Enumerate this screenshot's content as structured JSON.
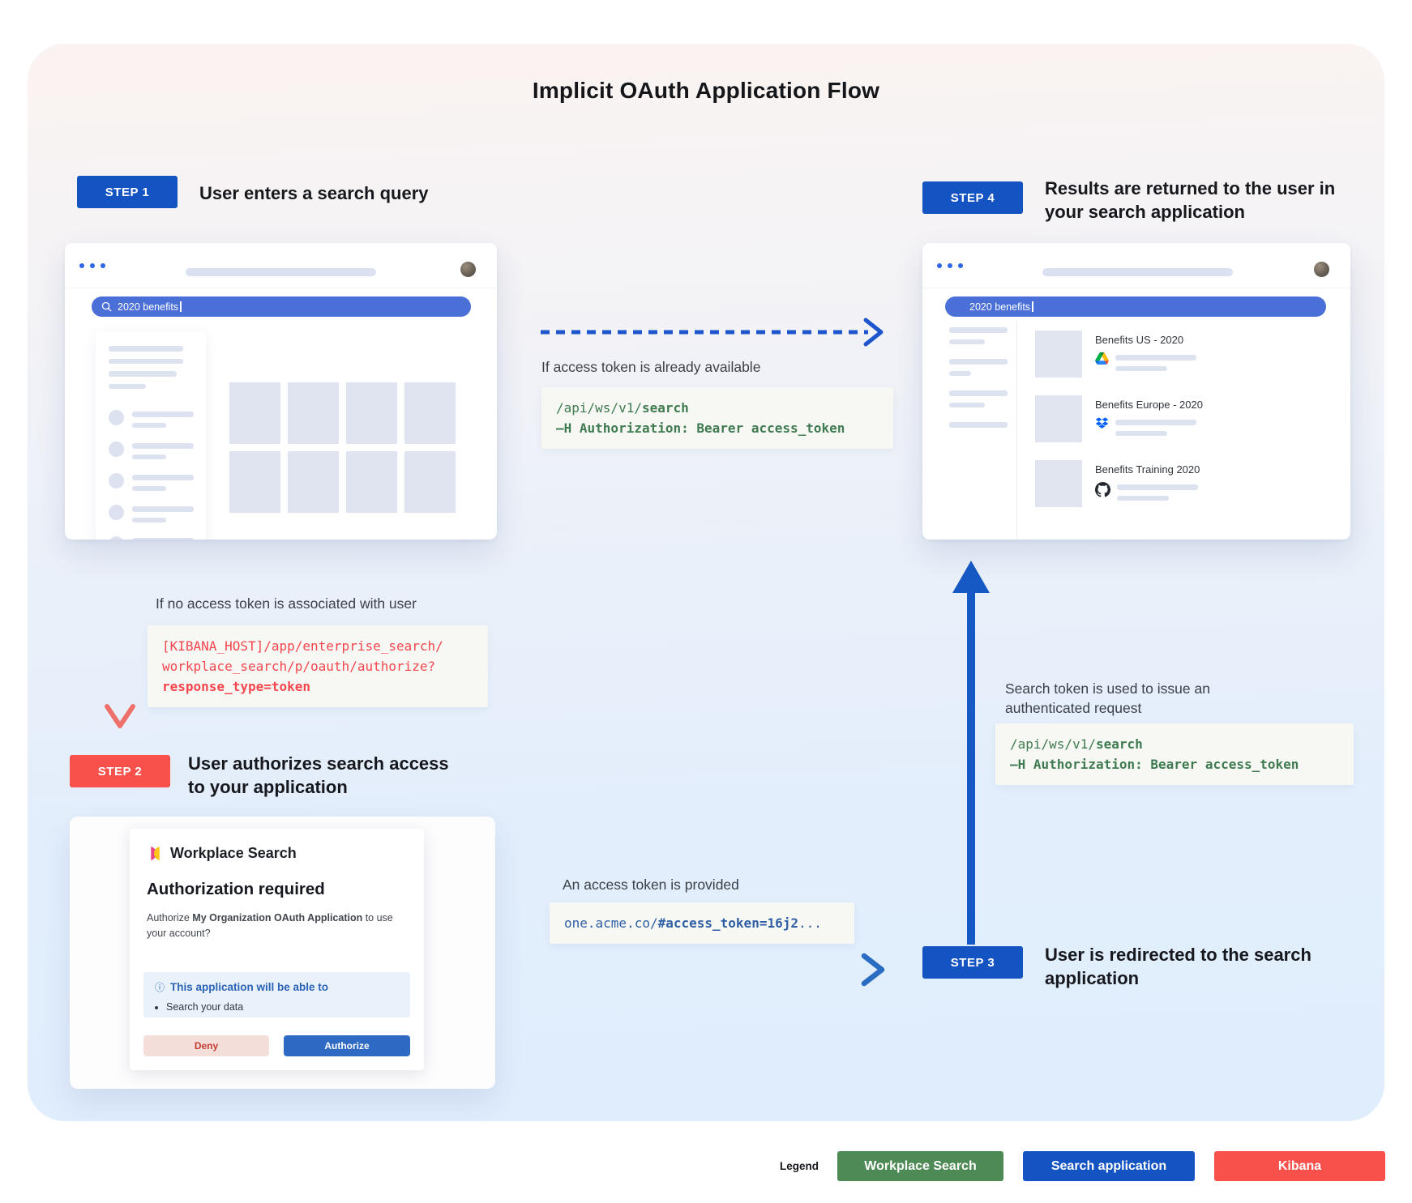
{
  "title": "Implicit OAuth Application Flow",
  "steps": {
    "step1": {
      "badge": "STEP 1",
      "label": "User enters a search query"
    },
    "step2": {
      "badge": "STEP 2",
      "label_line1": "User authorizes search access",
      "label_line2": "to your application"
    },
    "step3": {
      "badge": "STEP 3",
      "label_line1": "User is redirected to the search",
      "label_line2": "application"
    },
    "step4": {
      "badge": "STEP 4",
      "label_line1": "Results are returned to the user in",
      "label_line2": "your search application"
    }
  },
  "browser1": {
    "search_query": "2020 benefits"
  },
  "browser2": {
    "search_query": "2020 benefits",
    "results": [
      {
        "title": "Benefits US - 2020",
        "source_icon": "google-drive-icon"
      },
      {
        "title": "Benefits Europe - 2020",
        "source_icon": "dropbox-icon"
      },
      {
        "title": "Benefits Training 2020",
        "source_icon": "github-icon"
      }
    ]
  },
  "annotations": {
    "token_available": "If access token is already available",
    "no_token": "If no access token is associated with user",
    "token_provided": "An access token is provided",
    "token_used_line1": "Search token is used to issue an",
    "token_used_line2": "authenticated request"
  },
  "code": {
    "api_search": {
      "line1_prefix": "/api/ws/v1/",
      "line1_bold": "search",
      "line2_bold": "–H Authorization: Bearer access_token"
    },
    "kibana_authorize": {
      "line1": "[KIBANA_HOST]/app/enterprise_search/",
      "line2": "workplace_search/p/oauth/authorize?",
      "line3_bold": "response_type=token"
    },
    "redirect": {
      "prefix": "one.acme.co/",
      "bold": "#access_token=16j2",
      "suffix": "..."
    }
  },
  "auth_dialog": {
    "app_name": "Workplace Search",
    "heading": "Authorization required",
    "body_prefix": "Authorize ",
    "body_bold": "My Organization OAuth Application",
    "body_suffix": " to use your account?",
    "info_icon_glyph": "ⓘ",
    "info_title": "This application will be able to",
    "info_bullet": "Search your data",
    "deny_label": "Deny",
    "authorize_label": "Authorize"
  },
  "legend": {
    "label": "Legend",
    "items": [
      {
        "label": "Workplace Search",
        "color": "#4d8a56"
      },
      {
        "label": "Search application",
        "color": "#1353c2"
      },
      {
        "label": "Kibana",
        "color": "#f8504b"
      }
    ]
  },
  "colors": {
    "step_blue": "#1353c2",
    "step_red": "#f8504b",
    "search_bar_blue": "#4a70d8",
    "code_green": "#3e7b50",
    "code_red": "#f5464e",
    "code_blue": "#2e5fa4",
    "arrow_blue": "#1d55cc",
    "arrow_red": "#ef6f6b"
  }
}
